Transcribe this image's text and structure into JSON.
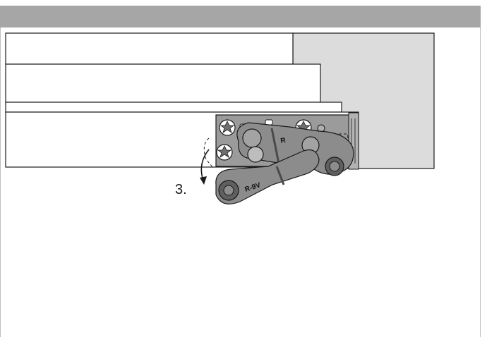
{
  "diagram": {
    "step_label": "3.",
    "hinge_labels": {
      "upper_arm": "R",
      "lower_arm": "R-9V"
    },
    "colors": {
      "header_bar": "#a6a6a6",
      "cabinet_side": "#dcdcdc",
      "hinge_plate": "#9b9b9b",
      "hinge_arm": "#8c8c8c",
      "outline": "#1a1a1a"
    }
  }
}
